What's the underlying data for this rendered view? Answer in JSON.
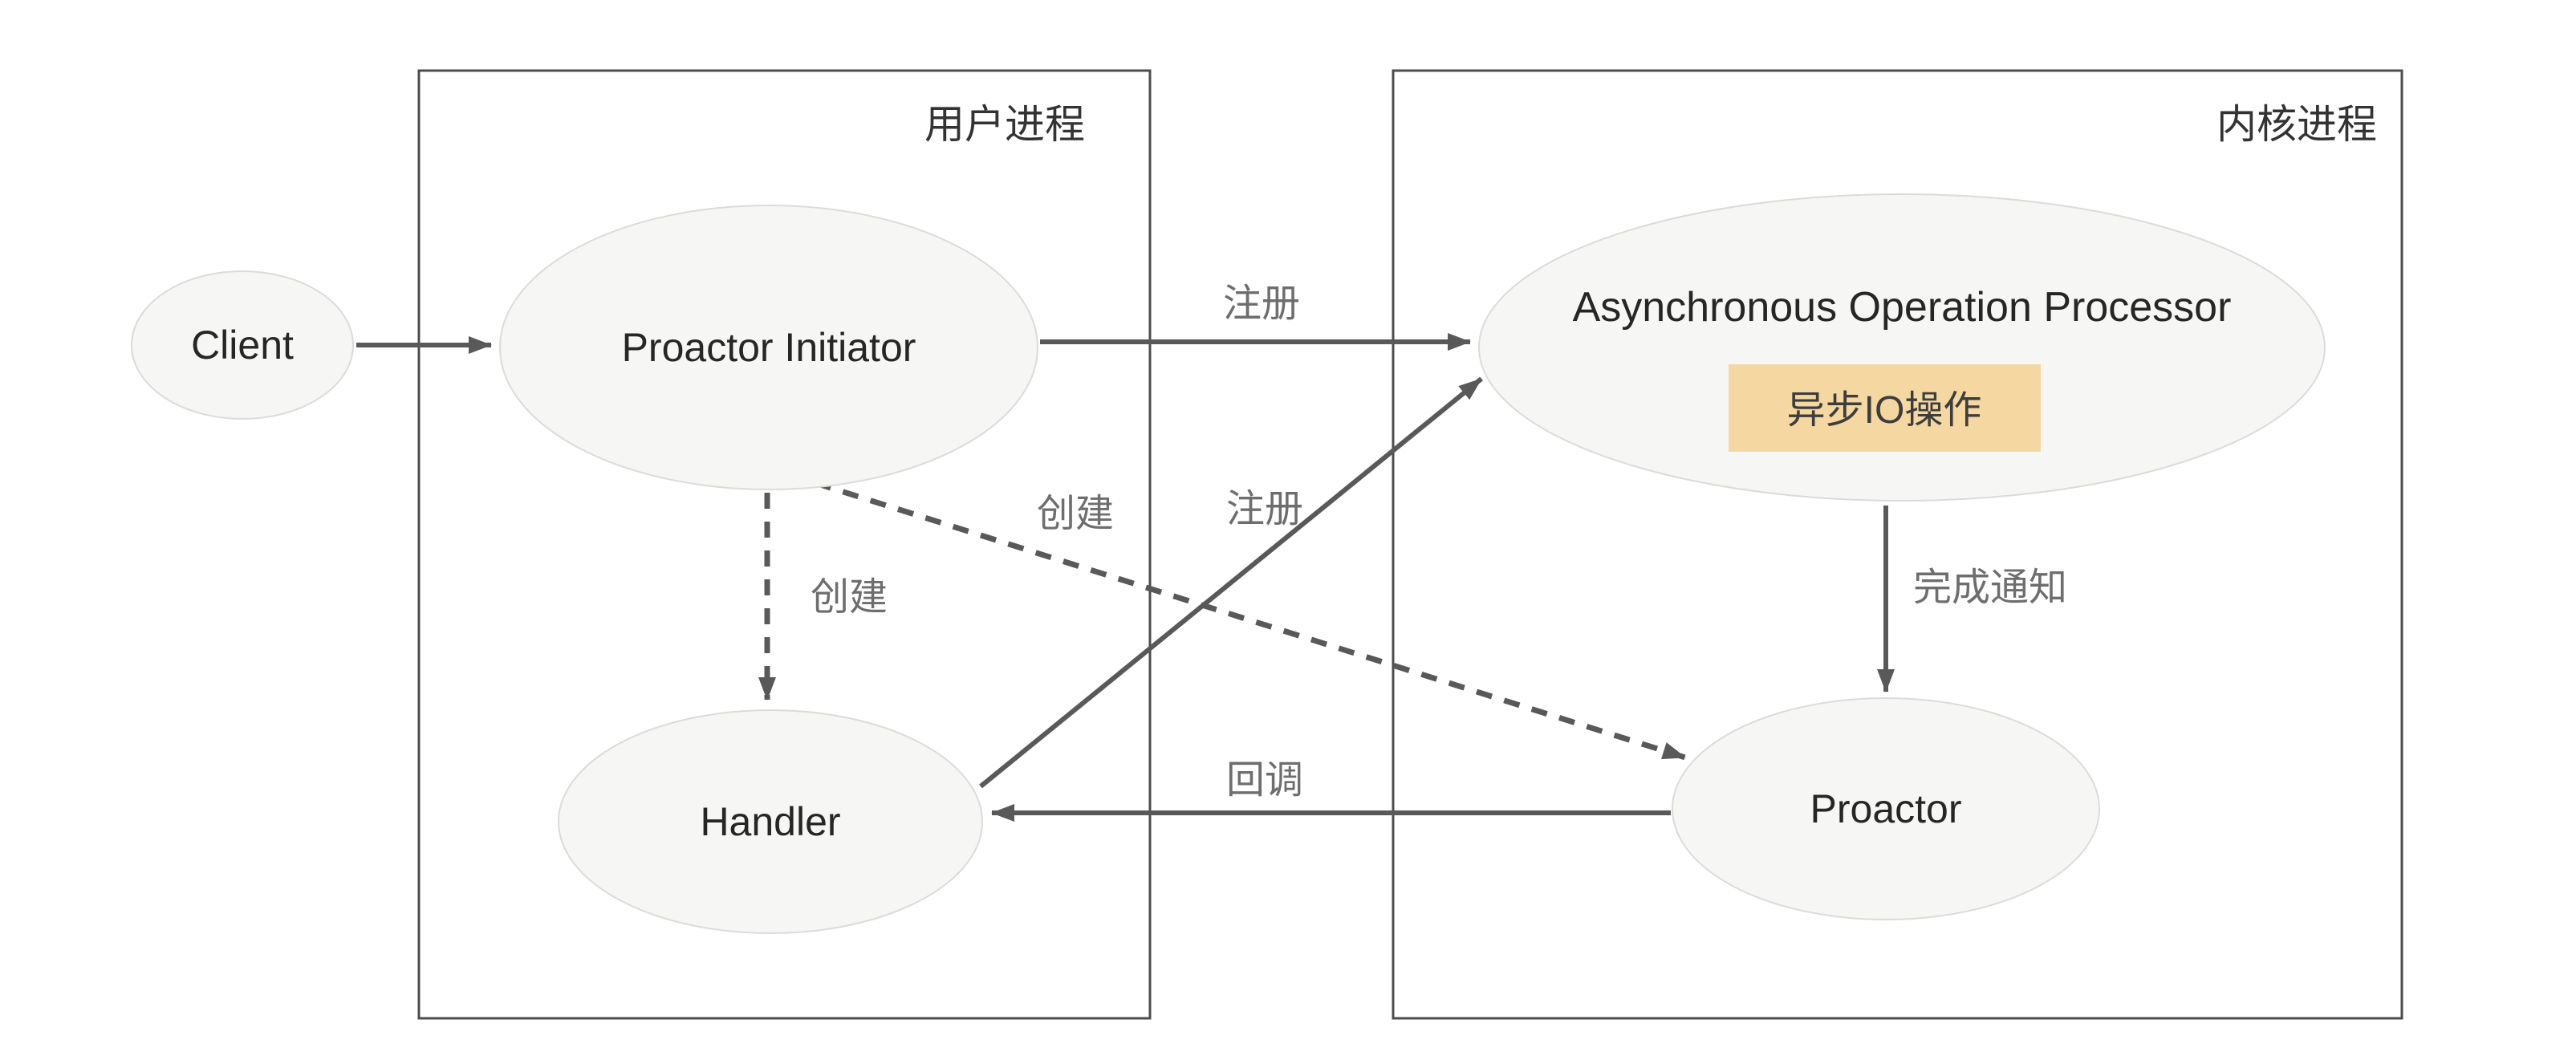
{
  "diagram": {
    "containers": {
      "user_process": {
        "label": "用户进程"
      },
      "kernel_process": {
        "label": "内核进程"
      }
    },
    "nodes": {
      "client": {
        "label": "Client"
      },
      "proactor_initiator": {
        "label": "Proactor Initiator"
      },
      "handler": {
        "label": "Handler"
      },
      "async_operation_processor": {
        "label": "Asynchronous Operation Processor"
      },
      "async_io_operation": {
        "label": "异步IO操作"
      },
      "proactor": {
        "label": "Proactor"
      }
    },
    "edges": {
      "client_to_initiator": {
        "label": "",
        "style": "solid"
      },
      "initiator_register": {
        "label": "注册",
        "style": "solid"
      },
      "handler_register": {
        "label": "注册",
        "style": "solid"
      },
      "create_handler": {
        "label": "创建",
        "style": "dashed"
      },
      "create_proactor": {
        "label": "创建",
        "style": "dashed"
      },
      "completion_notify": {
        "label": "完成通知",
        "style": "solid"
      },
      "callback": {
        "label": "回调",
        "style": "solid"
      }
    },
    "colors": {
      "node_fill": "#f6f6f4",
      "node_stroke": "#dbdbd9",
      "container_stroke": "#4d4d4d",
      "arrow": "#595959",
      "highlight_fill": "#f5d8a1",
      "node_text": "#262626",
      "container_text": "#333333",
      "edge_label_text": "#6e6e6e",
      "highlight_text": "#3d3d3d"
    }
  }
}
